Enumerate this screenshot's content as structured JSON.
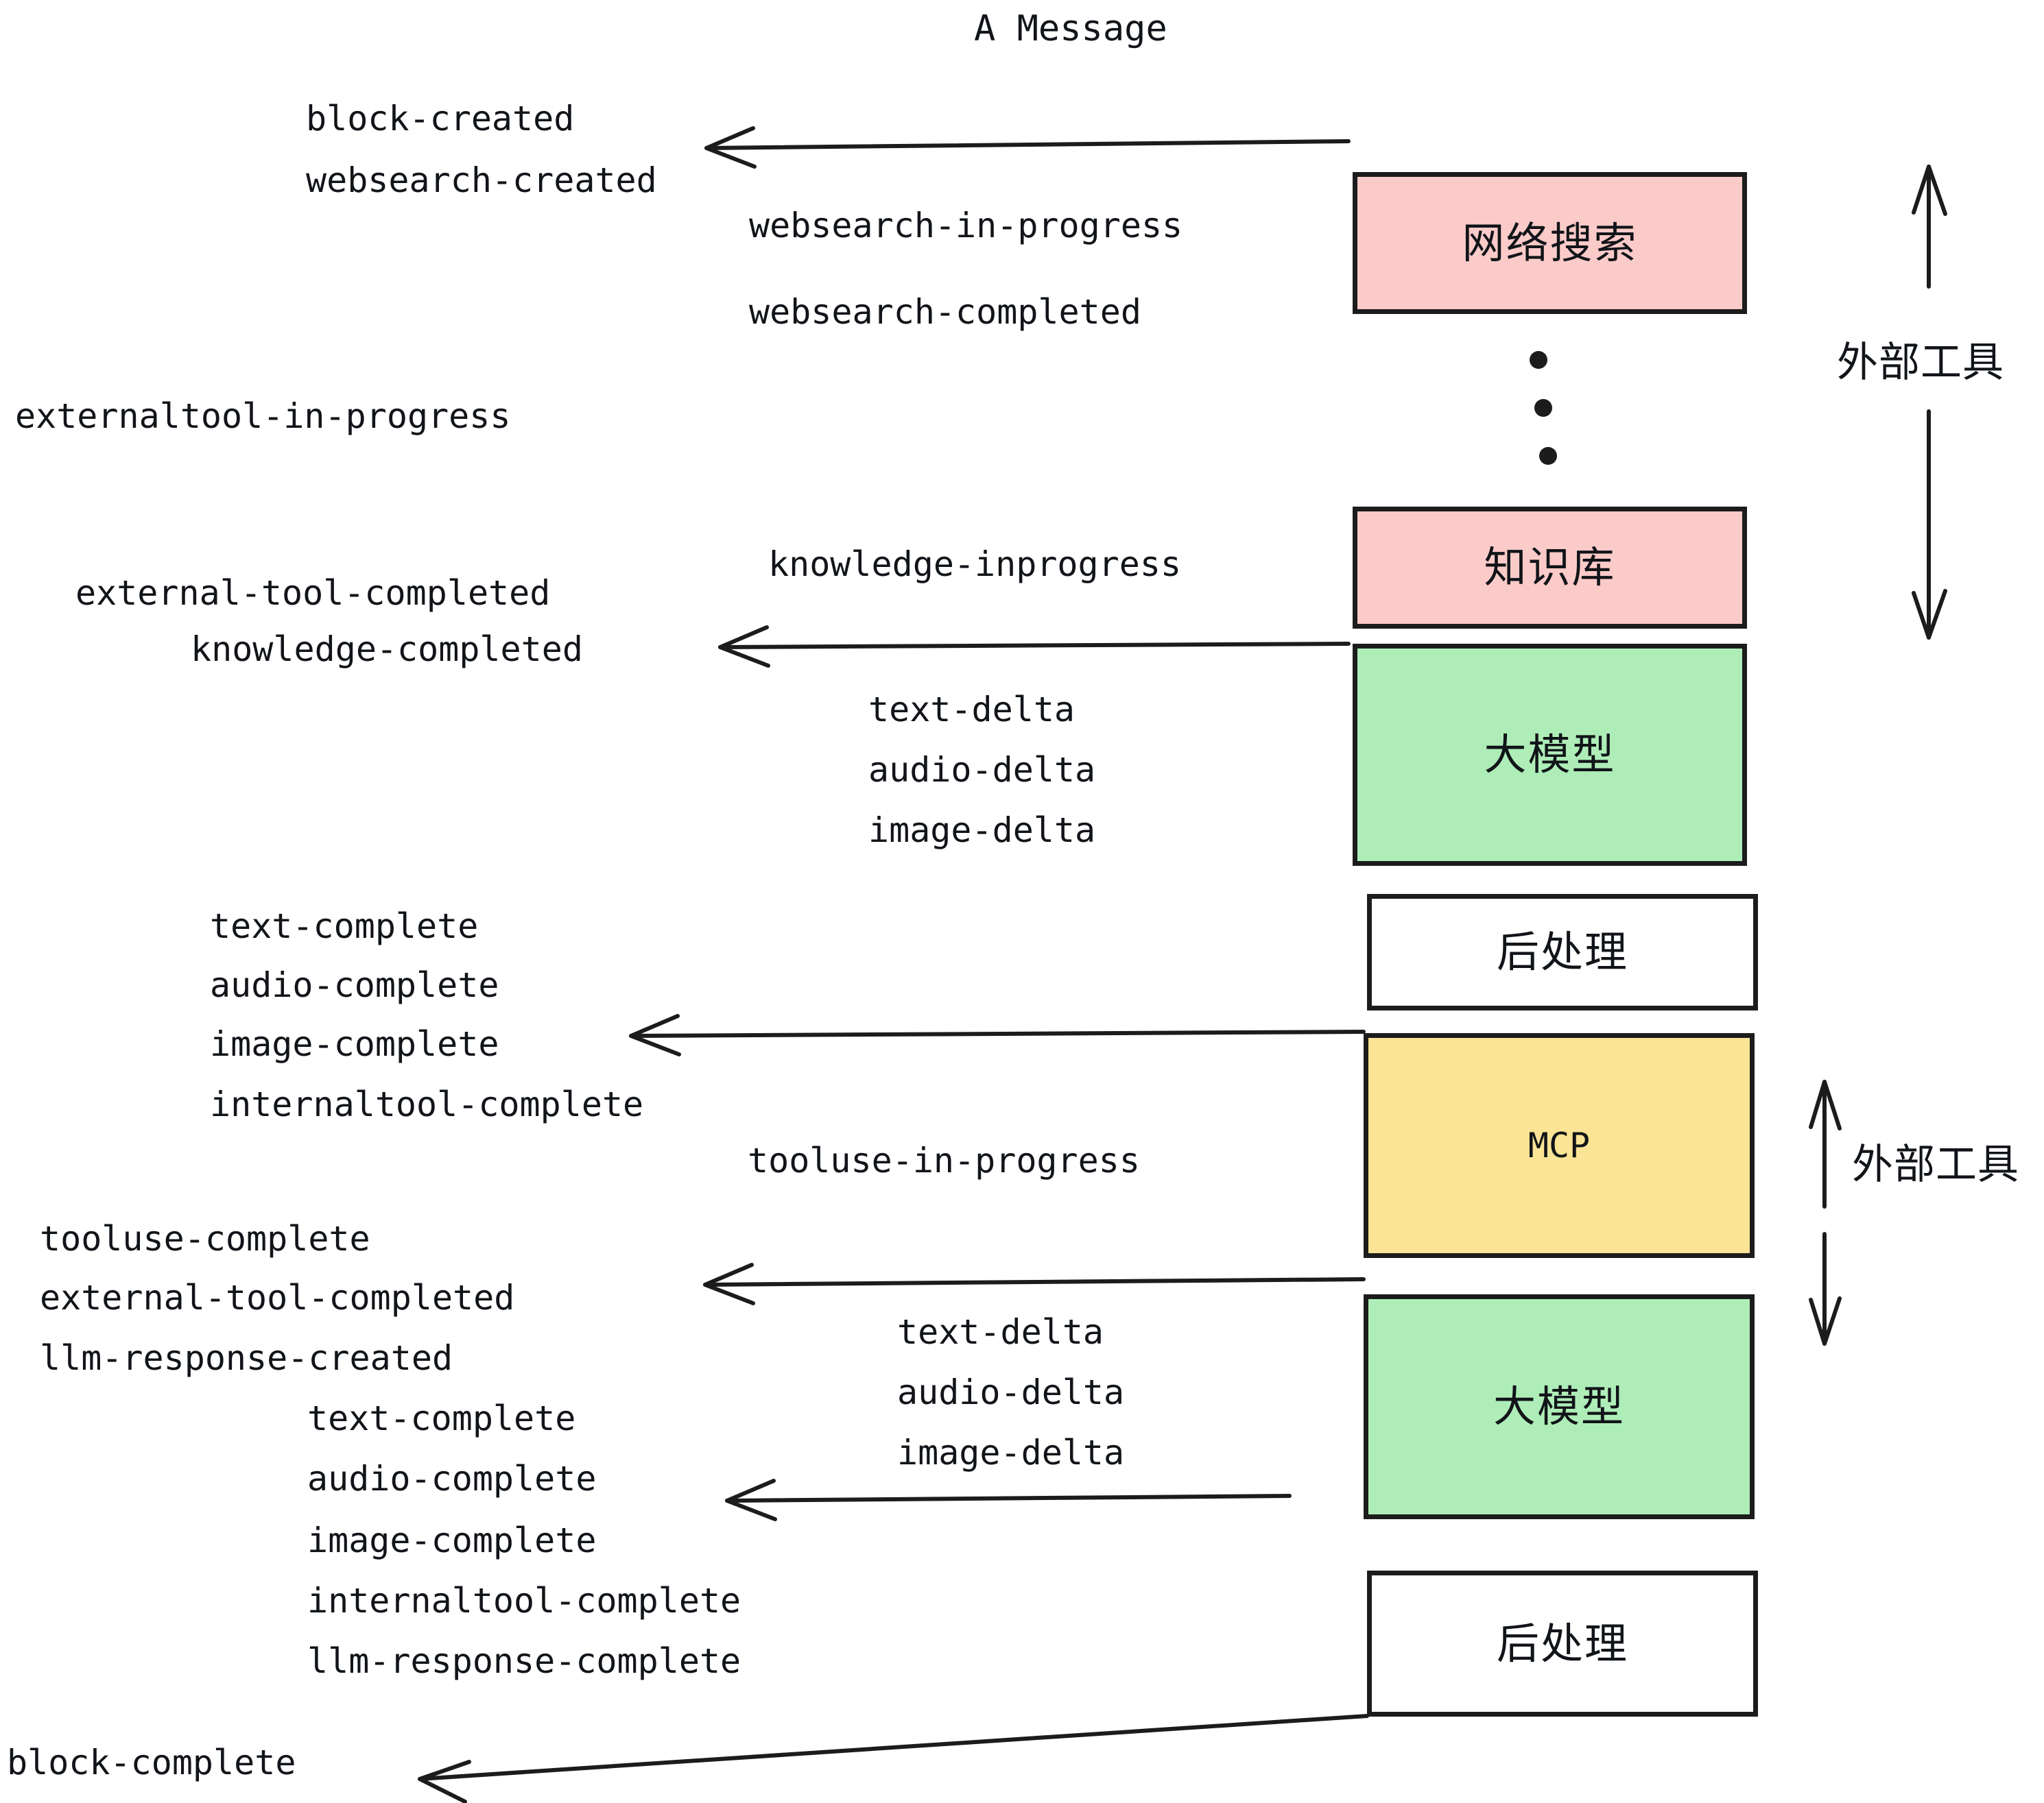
{
  "title": "A Message",
  "colors": {
    "pink": "#FBCBC9",
    "green": "#AEEDB8",
    "yellow": "#FBE495",
    "white": "#FFFFFF",
    "stroke": "#1C1C1C",
    "text": "#111418",
    "background": "#FFFFFF"
  },
  "boxes": [
    {
      "label": "网络搜索",
      "fill": "#FBCBC9"
    },
    {
      "label": "知识库",
      "fill": "#FBCBC9"
    },
    {
      "label": "大模型",
      "fill": "#AEEDB8"
    },
    {
      "label": "后处理",
      "fill": "#FFFFFF"
    },
    {
      "label": "MCP",
      "fill": "#FBE495"
    },
    {
      "label": "大模型",
      "fill": "#AEEDB8"
    },
    {
      "label": "后处理",
      "fill": "#FFFFFF"
    }
  ],
  "side_labels": {
    "upper": "外部工具",
    "lower": "外部工具"
  },
  "events": {
    "block_created": "block-created",
    "websearch_created": "websearch-created",
    "websearch_in_progress": "websearch-in-progress",
    "websearch_completed": "websearch-completed",
    "externaltool_in_progress": "externaltool-in-progress",
    "knowledge_inprogress": "knowledge-inprogress",
    "external_tool_completed_1": "external-tool-completed",
    "knowledge_completed": "knowledge-completed",
    "text_delta_1": "text-delta",
    "audio_delta_1": "audio-delta",
    "image_delta_1": "image-delta",
    "text_complete_1": "text-complete",
    "audio_complete_1": "audio-complete",
    "image_complete_1": "image-complete",
    "internaltool_complete_1": "internaltool-complete",
    "tooluse_in_progress": "tooluse-in-progress",
    "tooluse_complete": "tooluse-complete",
    "external_tool_completed_2": "external-tool-completed",
    "llm_response_created": "llm-response-created",
    "text_delta_2": "text-delta",
    "audio_delta_2": "audio-delta",
    "image_delta_2": "image-delta",
    "text_complete_2": "text-complete",
    "audio_complete_2": "audio-complete",
    "image_complete_2": "image-complete",
    "internaltool_complete_2": "internaltool-complete",
    "llm_response_complete": "llm-response-complete",
    "block_complete": "block-complete"
  },
  "ellipsis_dots": 3
}
